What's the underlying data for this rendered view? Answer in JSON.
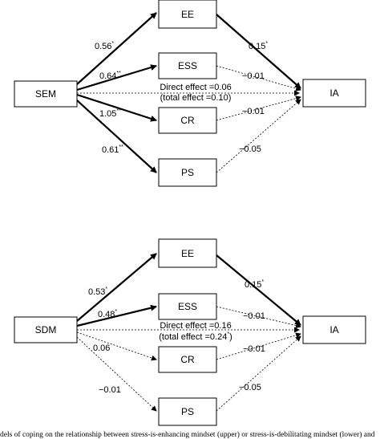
{
  "upper": {
    "predictor": "SEM",
    "outcome": "IA",
    "mediators": [
      "EE",
      "ESS",
      "CR",
      "PS"
    ],
    "a_paths": [
      {
        "mediator": "EE",
        "value": "0.56",
        "sig": "*"
      },
      {
        "mediator": "ESS",
        "value": "0.64",
        "sig": "**"
      },
      {
        "mediator": "CR",
        "value": "1.05",
        "sig": "**"
      },
      {
        "mediator": "PS",
        "value": "0.61",
        "sig": "**"
      }
    ],
    "b_paths": [
      {
        "mediator": "EE",
        "value": "0.15",
        "sig": "*"
      },
      {
        "mediator": "ESS",
        "value": "−0.01",
        "sig": ""
      },
      {
        "mediator": "CR",
        "value": "−0.01",
        "sig": ""
      },
      {
        "mediator": "PS",
        "value": "−0.05",
        "sig": ""
      }
    ],
    "direct_effect": "Direct effect =0.06",
    "total_effect": "(total effect =0.10)",
    "total_effect_sig": ""
  },
  "lower": {
    "predictor": "SDM",
    "outcome": "IA",
    "mediators": [
      "EE",
      "ESS",
      "CR",
      "PS"
    ],
    "a_paths": [
      {
        "mediator": "EE",
        "value": "0.53",
        "sig": "*"
      },
      {
        "mediator": "ESS",
        "value": "0.48",
        "sig": "*"
      },
      {
        "mediator": "CR",
        "value": "0.06",
        "sig": ""
      },
      {
        "mediator": "PS",
        "value": "−0.01",
        "sig": ""
      }
    ],
    "b_paths": [
      {
        "mediator": "EE",
        "value": "0.15",
        "sig": "*"
      },
      {
        "mediator": "ESS",
        "value": "−0.01",
        "sig": ""
      },
      {
        "mediator": "CR",
        "value": "−0.01",
        "sig": ""
      },
      {
        "mediator": "PS",
        "value": "−0.05",
        "sig": ""
      }
    ],
    "direct_effect": "Direct effect =0.16",
    "total_effect_open": "(total effect =0.24",
    "total_effect_sig": "*",
    "total_effect_close": ")"
  },
  "caption": "dels of coping on the relationship between stress-is-enhancing mindset (upper) or stress-is-debilitating mindset (lower) and"
}
